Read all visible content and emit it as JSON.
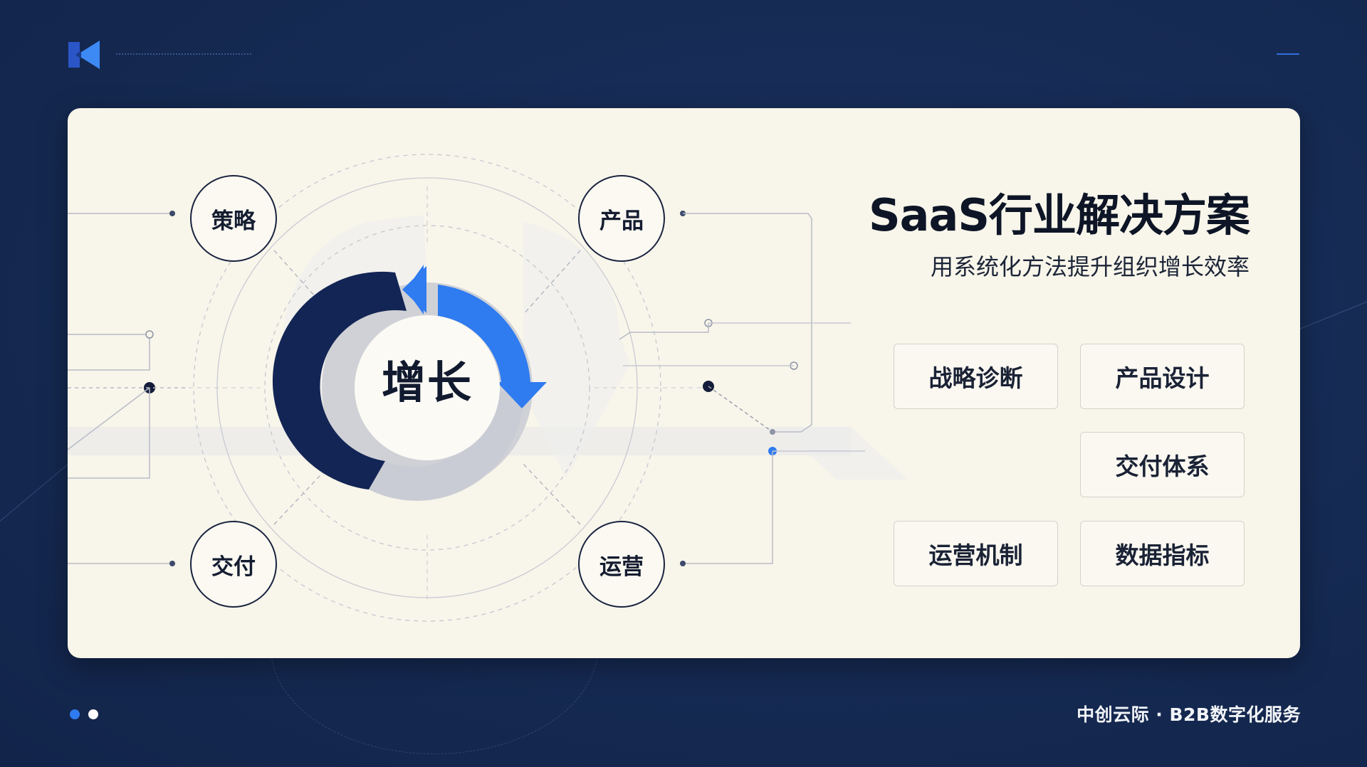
{
  "header": {
    "logo_icon": "play-back-icon"
  },
  "diagram": {
    "center_label": "增长",
    "nodes": [
      {
        "label": "策略"
      },
      {
        "label": "产品"
      },
      {
        "label": "交付"
      },
      {
        "label": "运营"
      }
    ]
  },
  "solution": {
    "title": "SaaS行业解决方案",
    "subtitle": "用系统化方法提升组织增长效率",
    "tags": [
      {
        "label": "战略诊断"
      },
      {
        "label": "产品设计"
      },
      {
        "label": "交付体系"
      },
      {
        "label": "运营机制"
      },
      {
        "label": "数据指标"
      }
    ]
  },
  "footer": {
    "text": "中创云际 · B2B数字化服务",
    "page_dots": 2,
    "active_page": 1
  },
  "colors": {
    "background": "#152a52",
    "card": "#f8f5ea",
    "accent": "#2f7bf0",
    "navy": "#152a5a",
    "text": "#111a2e"
  }
}
